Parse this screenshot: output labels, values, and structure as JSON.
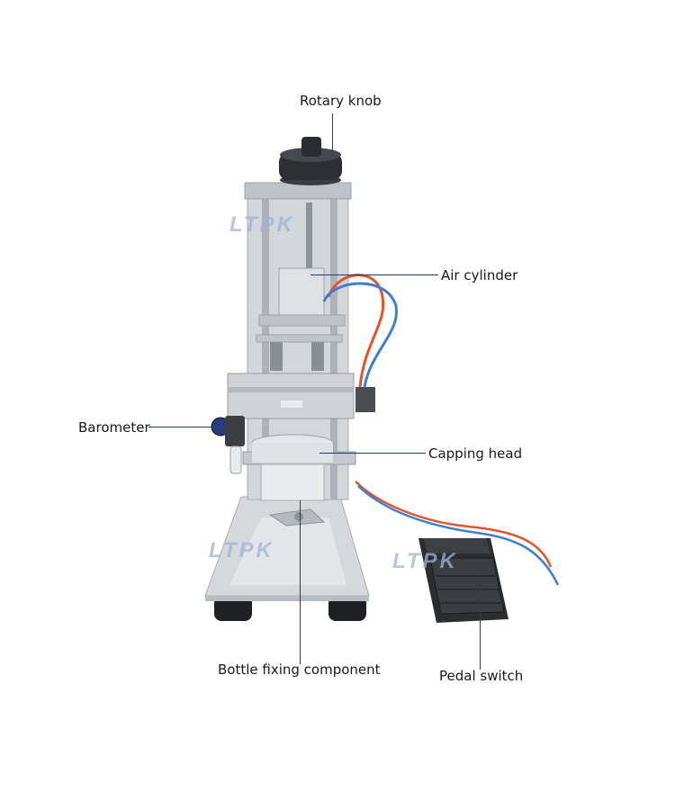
{
  "watermark": "LTPK",
  "labels": {
    "rotary_knob": "Rotary knob",
    "air_cylinder": "Air cylinder",
    "barometer": "Barometer",
    "capping_head": "Capping head",
    "bottle_fixing_component": "Bottle fixing component",
    "pedal_switch": "Pedal switch"
  },
  "colors": {
    "leader_line": "#1d3f6e",
    "frame_metal": "#c9ccd1",
    "base_plate": "#d6d8dc",
    "pedal_dark": "#2b2d31",
    "air_tube_red": "#e2552c",
    "air_tube_blue": "#3f7fd0"
  }
}
